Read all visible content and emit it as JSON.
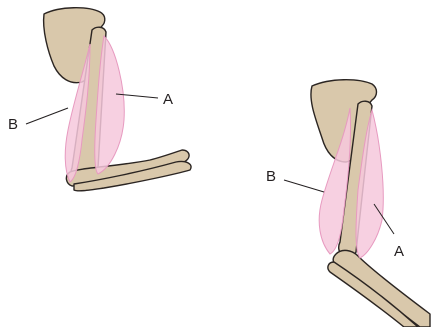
{
  "colors": {
    "bone_fill": "#d9c8ab",
    "bone_stroke": "#2b2522",
    "muscle_fill": "#f6c8dc",
    "muscle_stroke": "#e79ac0",
    "label_text": "#231f20",
    "background": "#ffffff"
  },
  "diagrams": [
    {
      "name": "bent-arm",
      "labels": {
        "muscle_a": "A",
        "muscle_b": "B"
      }
    },
    {
      "name": "straight-arm",
      "labels": {
        "muscle_a": "A",
        "muscle_b": "B"
      }
    }
  ]
}
